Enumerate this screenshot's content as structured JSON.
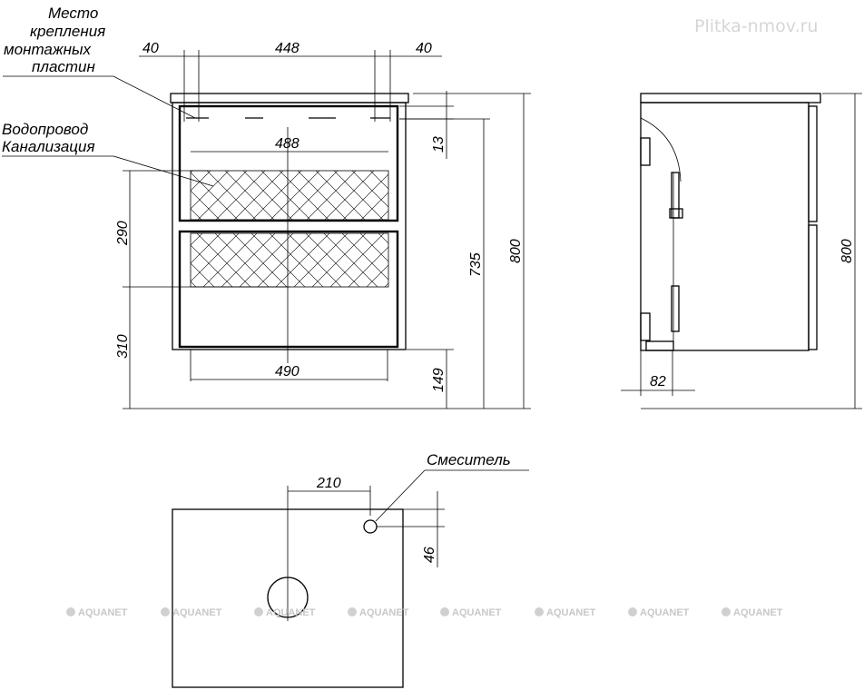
{
  "watermark": "Plitka-nmov.ru",
  "labels": {
    "mounting_1": "Место",
    "mounting_2": "крепления",
    "mounting_3": "монтажных",
    "mounting_4": "пластин",
    "plumbing_1": "Водопровод",
    "plumbing_2": "Канализация",
    "mixer": "Смеситель"
  },
  "front": {
    "d_left": "40",
    "d_mid": "448",
    "d_right": "40",
    "d_488": "488",
    "d_13": "13",
    "d_290": "290",
    "d_310": "310",
    "d_490": "490",
    "d_149": "149",
    "d_735": "735",
    "d_800": "800"
  },
  "side": {
    "d_800": "800",
    "d_82": "82"
  },
  "top": {
    "d_210": "210",
    "d_46": "46"
  },
  "logos": [
    "AQUANET",
    "AQUANET",
    "AQUANET",
    "AQUANET",
    "AQUANET",
    "AQUANET",
    "AQUANET",
    "AQUANET",
    "AQUANET"
  ]
}
